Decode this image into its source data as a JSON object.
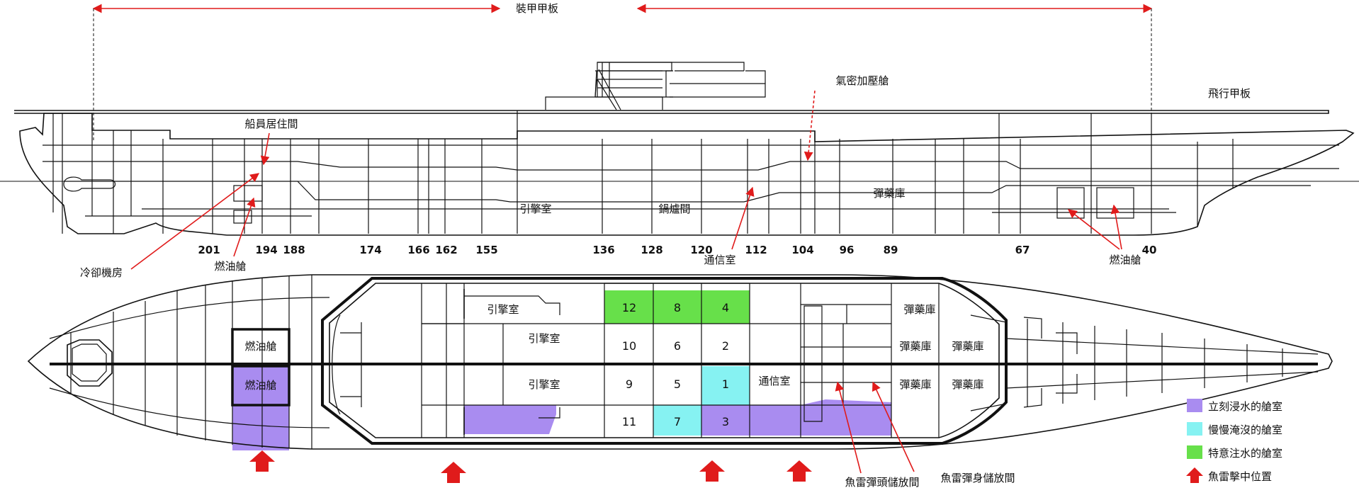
{
  "colors": {
    "flooded_immediately": "#a98cf0",
    "flooded_slowly": "#86f2f2",
    "counter_flooded": "#67e04a",
    "torpedo_hit": "#e01b1b",
    "line": "#111111"
  },
  "side_view": {
    "armored_deck_label": "裝甲甲板",
    "flight_deck_label": "飛行甲板",
    "crew_quarters_label": "船員居住間",
    "pressurized_label": "氣密加壓艙",
    "engine_room_label": "引擎室",
    "boiler_room_label": "鍋爐間",
    "magazine_label": "彈藥庫",
    "fuel_tank_left_label": "燃油艙",
    "fuel_tank_right_label": "燃油艙",
    "refrigeration_label": "冷卻機房",
    "comms_label": "通信室",
    "frame_numbers": [
      "201",
      "194",
      "188",
      "174",
      "166",
      "162",
      "155",
      "136",
      "128",
      "120",
      "112",
      "104",
      "96",
      "89",
      "67",
      "40"
    ]
  },
  "plan_view": {
    "fuel_tank_a": "燃油艙",
    "fuel_tank_b": "燃油艙",
    "engine_room_1": "引擎室",
    "engine_room_2": "引擎室",
    "engine_room_3": "引擎室",
    "comms_room": "通信室",
    "magazine_top": "彈藥庫",
    "magazine_r1a": "彈藥庫",
    "magazine_r1b": "彈藥庫",
    "magazine_r2a": "彈藥庫",
    "magazine_r2b": "彈藥庫",
    "boiler_numbers": {
      "n12": "12",
      "n8": "8",
      "n4": "4",
      "n10": "10",
      "n6": "6",
      "n2": "2",
      "n9": "9",
      "n5": "5",
      "n1": "1",
      "n11": "11",
      "n7": "7",
      "n3": "3"
    },
    "torpedo_warhead_label": "魚雷彈頭儲放間",
    "torpedo_body_label": "魚雷彈身儲放間"
  },
  "legend": {
    "immediate": "立刻浸水的艙室",
    "slow": "慢慢淹沒的艙室",
    "counter": "特意注水的艙室",
    "hit": "魚雷擊中位置"
  }
}
